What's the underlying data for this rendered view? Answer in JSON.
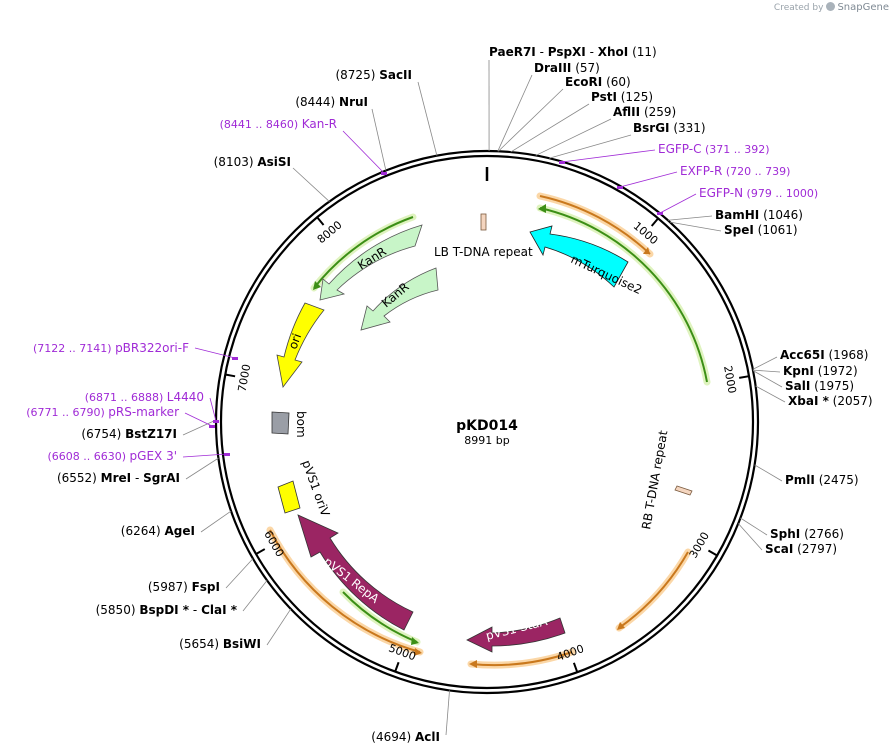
{
  "branding": {
    "created_by": "Created by",
    "product": "SnapGene"
  },
  "plasmid": {
    "name": "pKD014",
    "size_label": "8991 bp",
    "length": 8991
  },
  "sites": [
    {
      "id": "paer7i",
      "name": "PaeR7I",
      "sep": "-",
      "name2": "PspXI",
      "sep2": "-",
      "name3": "XhoI",
      "pos": "(11)",
      "bp": 11
    },
    {
      "id": "draiii",
      "name": "DraIII",
      "pos": "(57)",
      "bp": 57
    },
    {
      "id": "ecori",
      "name": "EcoRI",
      "pos": "(60)",
      "bp": 60
    },
    {
      "id": "psti",
      "name": "PstI",
      "pos": "(125)",
      "bp": 125
    },
    {
      "id": "aflii",
      "name": "AflII",
      "pos": "(259)",
      "bp": 259
    },
    {
      "id": "bsrgi",
      "name": "BsrGI",
      "pos": "(331)",
      "bp": 331
    },
    {
      "id": "bamhi",
      "name": "BamHI",
      "pos": "(1046)",
      "bp": 1046
    },
    {
      "id": "spei",
      "name": "SpeI",
      "pos": "(1061)",
      "bp": 1061
    },
    {
      "id": "acc65i",
      "name": "Acc65I",
      "pos": "(1968)",
      "bp": 1968
    },
    {
      "id": "kpni",
      "name": "KpnI",
      "pos": "(1972)",
      "bp": 1972
    },
    {
      "id": "sali",
      "name": "SalI",
      "pos": "(1975)",
      "bp": 1975
    },
    {
      "id": "xbai",
      "name": "XbaI *",
      "pos": "(2057)",
      "bp": 2057
    },
    {
      "id": "pmli",
      "name": "PmlI",
      "pos": "(2475)",
      "bp": 2475
    },
    {
      "id": "sphi",
      "name": "SphI",
      "pos": "(2766)",
      "bp": 2766
    },
    {
      "id": "scai",
      "name": "ScaI",
      "pos": "(2797)",
      "bp": 2797
    },
    {
      "id": "acli",
      "name": "AclI",
      "pos": "(4694)",
      "bp": 4694
    },
    {
      "id": "bsiwi",
      "name": "BsiWI",
      "pos": "(5654)",
      "bp": 5654
    },
    {
      "id": "bspdi",
      "name": "BspDI *",
      "sep": "-",
      "name2": "ClaI *",
      "pos": "(5850)",
      "bp": 5850
    },
    {
      "id": "fspi",
      "name": "FspI",
      "pos": "(5987)",
      "bp": 5987
    },
    {
      "id": "agei",
      "name": "AgeI",
      "pos": "(6264)",
      "bp": 6264
    },
    {
      "id": "mrei",
      "name": "MreI",
      "sep": "-",
      "name2": "SgrAI",
      "pos": "(6552)",
      "bp": 6552
    },
    {
      "id": "bstz17i",
      "name": "BstZ17I",
      "pos": "(6754)",
      "bp": 6754
    },
    {
      "id": "asisi",
      "name": "AsiSI",
      "pos": "(8103)",
      "bp": 8103
    },
    {
      "id": "nrui",
      "name": "NruI",
      "pos": "(8444)",
      "bp": 8444
    },
    {
      "id": "sacii",
      "name": "SacII",
      "pos": "(8725)",
      "bp": 8725
    }
  ],
  "primers": [
    {
      "id": "egfp-c",
      "name": "EGFP-C",
      "range": "(371 .. 392)",
      "bp": 381
    },
    {
      "id": "exfp-r",
      "name": "EXFP-R",
      "range": "(720 .. 739)",
      "bp": 730
    },
    {
      "id": "egfp-n",
      "name": "EGFP-N",
      "range": "(979 .. 1000)",
      "bp": 990
    },
    {
      "id": "kan-r",
      "name": "Kan-R",
      "range": "(8441 .. 8460)",
      "bp": 8450
    },
    {
      "id": "pbr322ori-f",
      "name": "pBR322ori-F",
      "range": "(7122 .. 7141)",
      "bp": 7131
    },
    {
      "id": "l4440",
      "name": "L4440",
      "range": "(6871 .. 6888)",
      "bp": 6880
    },
    {
      "id": "prs-marker",
      "name": "pRS-marker",
      "range": "(6771 .. 6790)",
      "bp": 6780
    },
    {
      "id": "pgex-3",
      "name": "pGEX 3'",
      "range": "(6608 .. 6630)",
      "bp": 6619
    }
  ],
  "ticks": [
    {
      "bp": 1000,
      "label": "1000"
    },
    {
      "bp": 2000,
      "label": "2000"
    },
    {
      "bp": 3000,
      "label": "3000"
    },
    {
      "bp": 4000,
      "label": "4000"
    },
    {
      "bp": 5000,
      "label": "5000"
    },
    {
      "bp": 6000,
      "label": "6000"
    },
    {
      "bp": 7000,
      "label": "7000"
    },
    {
      "bp": 8000,
      "label": "8000"
    }
  ],
  "features": [
    {
      "id": "mturquoise2",
      "label": "mTurquoise2",
      "type": "cds",
      "color": "#00ffff"
    },
    {
      "id": "kanr-outer",
      "label": "KanR",
      "type": "cds",
      "color": "#c8f5c8"
    },
    {
      "id": "kanr-inner",
      "label": "KanR",
      "type": "cds",
      "color": "#c8f5c8"
    },
    {
      "id": "ori",
      "label": "ori",
      "type": "rep_origin",
      "color": "#ffff00"
    },
    {
      "id": "bom",
      "label": "bom",
      "type": "misc",
      "color": "#9a9ea6"
    },
    {
      "id": "pvs1-oriv",
      "label": "pVS1 oriV",
      "type": "rep_origin",
      "color": "#ffff00"
    },
    {
      "id": "pvs1-repa",
      "label": "pVS1 RepA",
      "type": "cds",
      "color": "#9b2563"
    },
    {
      "id": "pvs1-staa",
      "label": "pVS1 StaA",
      "type": "cds",
      "color": "#9b2563"
    },
    {
      "id": "lb-tdna",
      "label": "LB T-DNA repeat",
      "type": "repeat",
      "color": "#f4d5bf"
    },
    {
      "id": "rb-tdna",
      "label": "RB T-DNA repeat",
      "type": "repeat",
      "color": "#f4d5bf"
    }
  ]
}
